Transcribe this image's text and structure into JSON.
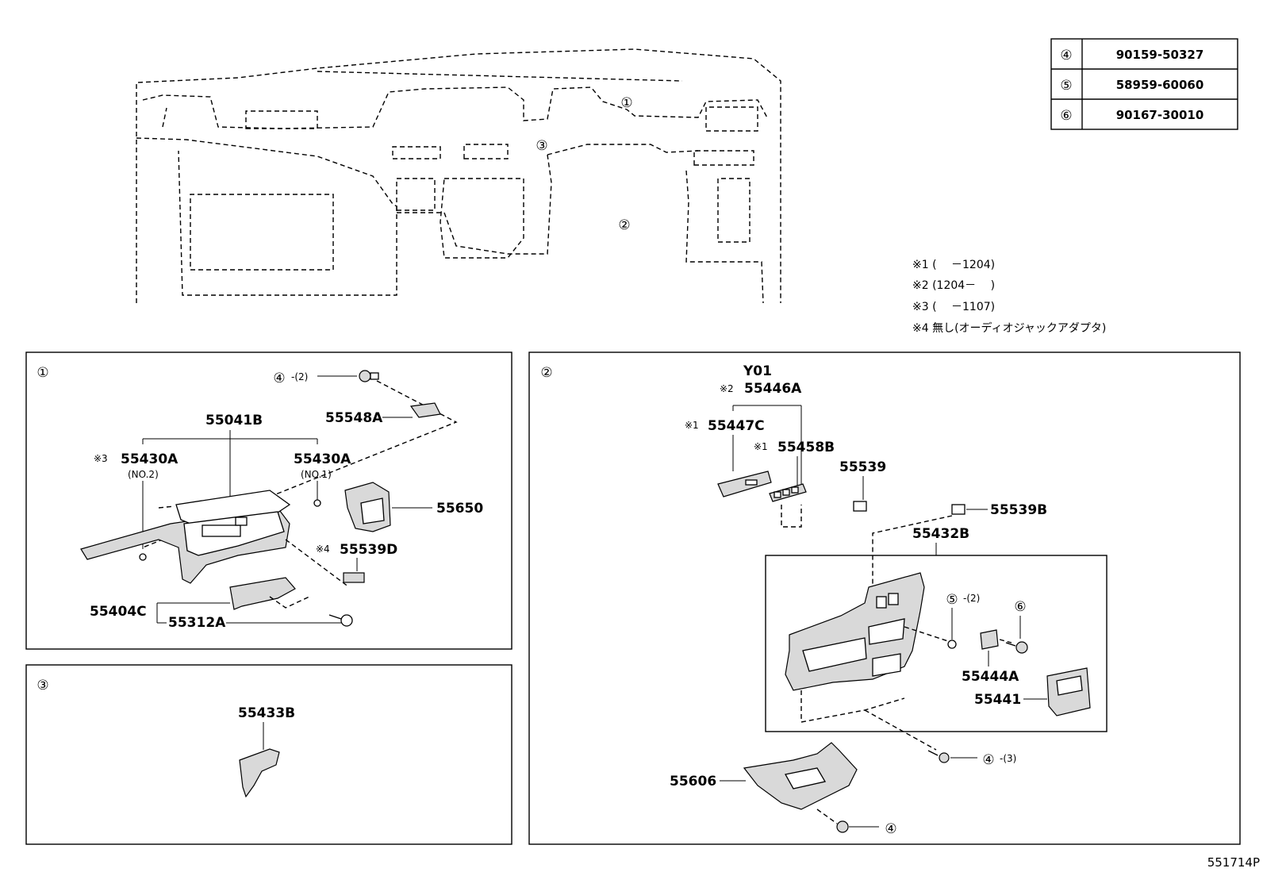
{
  "fastener_table": [
    {
      "ref": "④",
      "part_number": "90159-50327"
    },
    {
      "ref": "⑤",
      "part_number": "58959-60060"
    },
    {
      "ref": "⑥",
      "part_number": "90167-30010"
    }
  ],
  "notes": [
    "※1 (　 －1204)",
    "※2 (1204－　 )",
    "※3 (　 －1107)",
    "※4 無し(オーディオジャックアダプタ)"
  ],
  "overview": {
    "callout_1": "①",
    "callout_2": "②",
    "callout_3": "③"
  },
  "panel_1": {
    "index": "①",
    "labels": {
      "screw_ref": "④",
      "screw_qty": "-(2)",
      "p55548a": "55548A",
      "p55041b": "55041B",
      "note3": "※3",
      "p55430a_left": "55430A",
      "no2": "(NO.2)",
      "p55430a_right": "55430A",
      "no1": "(NO.1)",
      "p55650": "55650",
      "note4": "※4",
      "p55539d": "55539D",
      "p55404c": "55404C",
      "p55312a": "55312A"
    }
  },
  "panel_2": {
    "index": "②",
    "labels": {
      "y01": "Y01",
      "note2": "※2",
      "p55446a": "55446A",
      "note1a": "※1",
      "p55447c": "55447C",
      "note1b": "※1",
      "p55458b": "55458B",
      "p55539": "55539",
      "p55539b": "55539B",
      "p55432b": "55432B",
      "ref5": "⑤",
      "ref5_qty": "-(2)",
      "ref6": "⑥",
      "p55444a": "55444A",
      "p55441": "55441",
      "ref4a": "④",
      "ref4a_qty": "-(3)",
      "p55606": "55606",
      "ref4b": "④"
    }
  },
  "panel_3": {
    "index": "③",
    "labels": {
      "p55433b": "55433B"
    }
  },
  "footer": {
    "illustration_code": "551714P"
  }
}
